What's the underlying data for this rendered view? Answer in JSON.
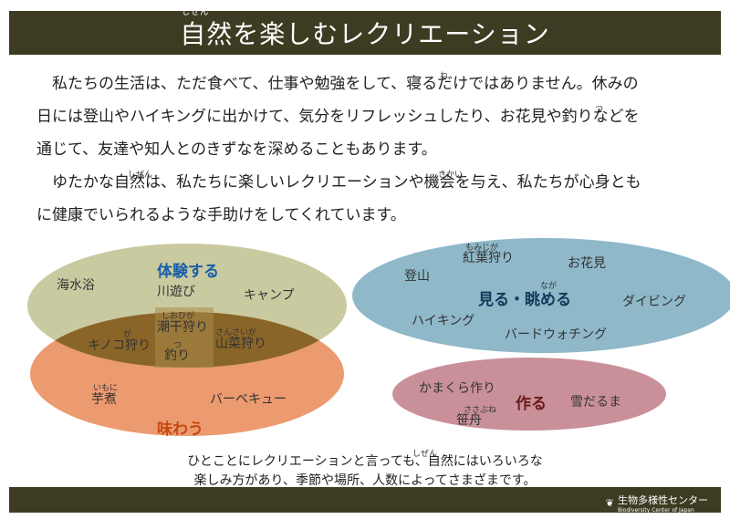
{
  "title": {
    "text": "自然を楽しむレクリエーション",
    "ruby": "しぜん"
  },
  "intro": {
    "lines": [
      "　私たちの生活は、ただ食べて、仕事や勉強をして、寝るだけではありません。休みの",
      "日には登山やハイキングに出かけて、気分をリフレッシュしたり、お花見や釣りなどを",
      "通じて、友達や知人とのきずなを深めることもあります。",
      "　ゆたかな自然は、私たちに楽しいレクリエーションや機会を与え、私たちが心身とも",
      "に健康でいられるような手助けをしてくれています。"
    ],
    "ruby": [
      "ね",
      "つ",
      "しぜん",
      "きかい"
    ]
  },
  "diagram": {
    "colors": {
      "experience": "#c9caa0",
      "taste": "#ec9a70",
      "overlap": "#8a6528",
      "see": "#8fb8c9",
      "make": "#c9909a"
    },
    "categories": {
      "experience": "体験する",
      "taste": "味わう",
      "see": "見る・眺める",
      "make": "作る"
    },
    "experience_items": {
      "kaisuiyoku": "海水浴",
      "kawaasobi": "川遊び",
      "camp": "キャンプ"
    },
    "overlap_items": {
      "shiohigari": "潮干狩り",
      "shiohigari_ruby": "しおひが",
      "kinoko": "キノコ狩り",
      "kinoko_ruby": "が",
      "sansai": "山菜狩り",
      "sansai_ruby": "さんさいが",
      "tsuri": "釣り",
      "tsuri_ruby": "つ"
    },
    "taste_items": {
      "imoni": "芋煮",
      "imoni_ruby": "いもに",
      "bbq": "バーベキュー"
    },
    "see_items": {
      "momijigari": "紅葉狩り",
      "momijigari_ruby": "もみじが",
      "ohanami": "お花見",
      "tozan": "登山",
      "ruby_naga": "なが",
      "diving": "ダイビング",
      "hiking": "ハイキング",
      "birdwatching": "バードウォチング"
    },
    "make_items": {
      "kamakura": "かまくら作り",
      "yukidaruma": "雪だるま",
      "sasabune": "笹舟",
      "sasabune_ruby": "ささぶね"
    }
  },
  "caption": {
    "lines": [
      "ひとことにレクリエーションと言っても、自然にはいろいろな",
      "楽しみ方があり、季節や場所、人数によってさまざまです。"
    ],
    "ruby": "しぜん"
  },
  "footer": {
    "logo_text": "生物多様性センター",
    "logo_sub": "Biodiversity Center of Japan"
  }
}
